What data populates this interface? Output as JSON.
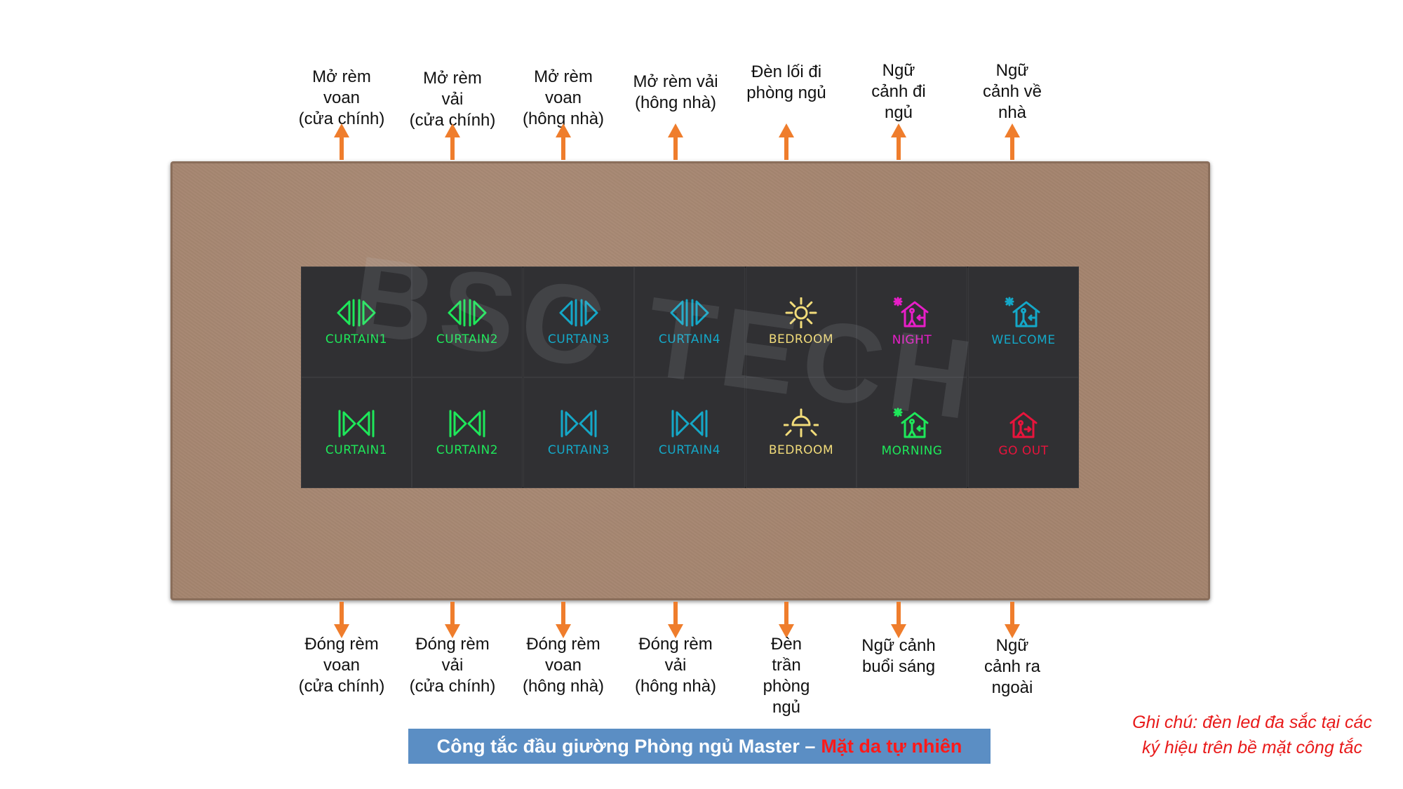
{
  "top_labels": [
    "Mở rèm\nvoan\n(cửa chính)",
    "Mở rèm\nvải\n(cửa chính)",
    "Mở rèm\nvoan\n(hông nhà)",
    "Mở rèm vải\n(hông nhà)",
    "Đèn lối đi\nphòng ngủ",
    "Ngữ\ncảnh đi\nngủ",
    "Ngữ\ncảnh về\nnhà"
  ],
  "bottom_labels": [
    "Đóng rèm\nvoan\n(cửa chính)",
    "Đóng rèm\nvải\n(cửa chính)",
    "Đóng rèm\nvoan\n(hông nhà)",
    "Đóng rèm\nvải\n(hông nhà)",
    "Đèn\ntrần\nphòng\nngủ",
    "Ngữ cảnh\nbuổi sáng",
    "Ngữ\ncảnh ra\nngoài"
  ],
  "keys_top": [
    {
      "label": "CURTAIN1",
      "icon": "curtain-open-icon",
      "color": "#1ee85a"
    },
    {
      "label": "CURTAIN2",
      "icon": "curtain-open-icon",
      "color": "#1ee85a"
    },
    {
      "label": "CURTAIN3",
      "icon": "curtain-open-icon",
      "color": "#14a8c8"
    },
    {
      "label": "CURTAIN4",
      "icon": "curtain-open-icon",
      "color": "#14a8c8"
    },
    {
      "label": "BEDROOM",
      "icon": "sun-icon",
      "color": "#f2dc7a"
    },
    {
      "label": "NIGHT",
      "icon": "house-person-icon",
      "color": "#e81ec8"
    },
    {
      "label": "WELCOME",
      "icon": "house-person-icon",
      "color": "#14a8c8"
    }
  ],
  "keys_bottom": [
    {
      "label": "CURTAIN1",
      "icon": "curtain-close-icon",
      "color": "#1ee85a"
    },
    {
      "label": "CURTAIN2",
      "icon": "curtain-close-icon",
      "color": "#1ee85a"
    },
    {
      "label": "CURTAIN3",
      "icon": "curtain-close-icon",
      "color": "#14a8c8"
    },
    {
      "label": "CURTAIN4",
      "icon": "curtain-close-icon",
      "color": "#14a8c8"
    },
    {
      "label": "BEDROOM",
      "icon": "ceiling-light-icon",
      "color": "#f2dc7a"
    },
    {
      "label": "MORNING",
      "icon": "house-person-icon",
      "color": "#1ee85a"
    },
    {
      "label": "GO OUT",
      "icon": "house-exit-icon",
      "color": "#e8143c"
    }
  ],
  "arrow_color": "#ef7d2c",
  "watermark": "BSC TECH",
  "caption": {
    "main": "Công tắc đầu giường Phòng ngủ Master –",
    "accent": "Mặt da tự nhiên"
  },
  "note": "Ghi chú: đèn led đa sắc tại các\nký hiệu trên bề mặt công tắc"
}
